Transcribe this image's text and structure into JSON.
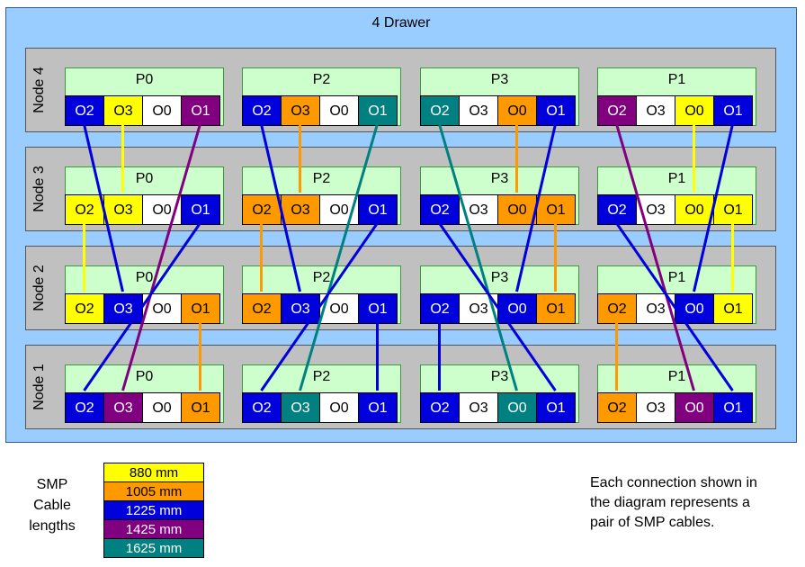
{
  "drawer_title": "4 Drawer",
  "colors": {
    "880 mm": "#ffff00",
    "1005 mm": "#ff9900",
    "1225 mm": "#0000dd",
    "1425 mm": "#800080",
    "1625 mm": "#008080",
    "none": "#ffffff"
  },
  "nodes": [
    {
      "label": "Node 4",
      "chips": [
        {
          "name": "P0",
          "ports": [
            {
              "label": "O2",
              "cable": "1225 mm"
            },
            {
              "label": "O3",
              "cable": "880 mm"
            },
            {
              "label": "O0",
              "cable": "none"
            },
            {
              "label": "O1",
              "cable": "1425 mm"
            }
          ]
        },
        {
          "name": "P2",
          "ports": [
            {
              "label": "O2",
              "cable": "1225 mm"
            },
            {
              "label": "O3",
              "cable": "1005 mm"
            },
            {
              "label": "O0",
              "cable": "none"
            },
            {
              "label": "O1",
              "cable": "1625 mm"
            }
          ]
        },
        {
          "name": "P3",
          "ports": [
            {
              "label": "O2",
              "cable": "1625 mm"
            },
            {
              "label": "O3",
              "cable": "none"
            },
            {
              "label": "O0",
              "cable": "1005 mm"
            },
            {
              "label": "O1",
              "cable": "1225 mm"
            }
          ]
        },
        {
          "name": "P1",
          "ports": [
            {
              "label": "O2",
              "cable": "1425 mm"
            },
            {
              "label": "O3",
              "cable": "none"
            },
            {
              "label": "O0",
              "cable": "880 mm"
            },
            {
              "label": "O1",
              "cable": "1225 mm"
            }
          ]
        }
      ]
    },
    {
      "label": "Node 3",
      "chips": [
        {
          "name": "P0",
          "ports": [
            {
              "label": "O2",
              "cable": "880 mm"
            },
            {
              "label": "O3",
              "cable": "880 mm"
            },
            {
              "label": "O0",
              "cable": "none"
            },
            {
              "label": "O1",
              "cable": "1225 mm"
            }
          ]
        },
        {
          "name": "P2",
          "ports": [
            {
              "label": "O2",
              "cable": "1005 mm"
            },
            {
              "label": "O3",
              "cable": "1005 mm"
            },
            {
              "label": "O0",
              "cable": "none"
            },
            {
              "label": "O1",
              "cable": "1225 mm"
            }
          ]
        },
        {
          "name": "P3",
          "ports": [
            {
              "label": "O2",
              "cable": "1225 mm"
            },
            {
              "label": "O3",
              "cable": "none"
            },
            {
              "label": "O0",
              "cable": "1005 mm"
            },
            {
              "label": "O1",
              "cable": "1005 mm"
            }
          ]
        },
        {
          "name": "P1",
          "ports": [
            {
              "label": "O2",
              "cable": "1225 mm"
            },
            {
              "label": "O3",
              "cable": "none"
            },
            {
              "label": "O0",
              "cable": "880 mm"
            },
            {
              "label": "O1",
              "cable": "880 mm"
            }
          ]
        }
      ]
    },
    {
      "label": "Node 2",
      "chips": [
        {
          "name": "P0",
          "ports": [
            {
              "label": "O2",
              "cable": "880 mm"
            },
            {
              "label": "O3",
              "cable": "1225 mm"
            },
            {
              "label": "O0",
              "cable": "none"
            },
            {
              "label": "O1",
              "cable": "1005 mm"
            }
          ]
        },
        {
          "name": "P2",
          "ports": [
            {
              "label": "O2",
              "cable": "1005 mm"
            },
            {
              "label": "O3",
              "cable": "1225 mm"
            },
            {
              "label": "O0",
              "cable": "none"
            },
            {
              "label": "O1",
              "cable": "1225 mm"
            }
          ]
        },
        {
          "name": "P3",
          "ports": [
            {
              "label": "O2",
              "cable": "1225 mm"
            },
            {
              "label": "O3",
              "cable": "none"
            },
            {
              "label": "O0",
              "cable": "1225 mm"
            },
            {
              "label": "O1",
              "cable": "1005 mm"
            }
          ]
        },
        {
          "name": "P1",
          "ports": [
            {
              "label": "O2",
              "cable": "1005 mm"
            },
            {
              "label": "O3",
              "cable": "none"
            },
            {
              "label": "O0",
              "cable": "1225 mm"
            },
            {
              "label": "O1",
              "cable": "880 mm"
            }
          ]
        }
      ]
    },
    {
      "label": "Node 1",
      "chips": [
        {
          "name": "P0",
          "ports": [
            {
              "label": "O2",
              "cable": "1225 mm"
            },
            {
              "label": "O3",
              "cable": "1425 mm"
            },
            {
              "label": "O0",
              "cable": "none"
            },
            {
              "label": "O1",
              "cable": "1005 mm"
            }
          ]
        },
        {
          "name": "P2",
          "ports": [
            {
              "label": "O2",
              "cable": "1225 mm"
            },
            {
              "label": "O3",
              "cable": "1625 mm"
            },
            {
              "label": "O0",
              "cable": "none"
            },
            {
              "label": "O1",
              "cable": "1225 mm"
            }
          ]
        },
        {
          "name": "P3",
          "ports": [
            {
              "label": "O2",
              "cable": "1225 mm"
            },
            {
              "label": "O3",
              "cable": "none"
            },
            {
              "label": "O0",
              "cable": "1625 mm"
            },
            {
              "label": "O1",
              "cable": "1225 mm"
            }
          ]
        },
        {
          "name": "P1",
          "ports": [
            {
              "label": "O2",
              "cable": "1005 mm"
            },
            {
              "label": "O3",
              "cable": "none"
            },
            {
              "label": "O0",
              "cable": "1425 mm"
            },
            {
              "label": "O1",
              "cable": "1225 mm"
            }
          ]
        }
      ]
    }
  ],
  "connections": [
    {
      "from": [
        0,
        0,
        0
      ],
      "to": [
        2,
        0,
        1
      ],
      "cable": "1225 mm"
    },
    {
      "from": [
        0,
        0,
        1
      ],
      "to": [
        1,
        0,
        1
      ],
      "cable": "880 mm"
    },
    {
      "from": [
        0,
        0,
        3
      ],
      "to": [
        3,
        0,
        1
      ],
      "cable": "1425 mm"
    },
    {
      "from": [
        0,
        1,
        0
      ],
      "to": [
        2,
        1,
        1
      ],
      "cable": "1225 mm"
    },
    {
      "from": [
        0,
        1,
        1
      ],
      "to": [
        1,
        1,
        1
      ],
      "cable": "1005 mm"
    },
    {
      "from": [
        0,
        1,
        3
      ],
      "to": [
        3,
        1,
        1
      ],
      "cable": "1625 mm"
    },
    {
      "from": [
        0,
        2,
        0
      ],
      "to": [
        3,
        2,
        2
      ],
      "cable": "1625 mm"
    },
    {
      "from": [
        0,
        2,
        2
      ],
      "to": [
        1,
        2,
        2
      ],
      "cable": "1005 mm"
    },
    {
      "from": [
        0,
        2,
        3
      ],
      "to": [
        2,
        2,
        2
      ],
      "cable": "1225 mm"
    },
    {
      "from": [
        0,
        3,
        0
      ],
      "to": [
        3,
        3,
        2
      ],
      "cable": "1425 mm"
    },
    {
      "from": [
        0,
        3,
        2
      ],
      "to": [
        1,
        3,
        2
      ],
      "cable": "880 mm"
    },
    {
      "from": [
        0,
        3,
        3
      ],
      "to": [
        2,
        3,
        2
      ],
      "cable": "1225 mm"
    },
    {
      "from": [
        1,
        0,
        0
      ],
      "to": [
        2,
        0,
        0
      ],
      "cable": "880 mm"
    },
    {
      "from": [
        1,
        0,
        3
      ],
      "to": [
        3,
        0,
        0
      ],
      "cable": "1225 mm"
    },
    {
      "from": [
        1,
        1,
        0
      ],
      "to": [
        2,
        1,
        0
      ],
      "cable": "1005 mm"
    },
    {
      "from": [
        1,
        1,
        3
      ],
      "to": [
        3,
        1,
        0
      ],
      "cable": "1225 mm"
    },
    {
      "from": [
        1,
        2,
        0
      ],
      "to": [
        3,
        2,
        3
      ],
      "cable": "1225 mm"
    },
    {
      "from": [
        1,
        2,
        3
      ],
      "to": [
        2,
        2,
        3
      ],
      "cable": "1005 mm"
    },
    {
      "from": [
        1,
        3,
        0
      ],
      "to": [
        3,
        3,
        3
      ],
      "cable": "1225 mm"
    },
    {
      "from": [
        1,
        3,
        3
      ],
      "to": [
        2,
        3,
        3
      ],
      "cable": "880 mm"
    },
    {
      "from": [
        2,
        0,
        3
      ],
      "to": [
        3,
        0,
        3
      ],
      "cable": "1005 mm"
    },
    {
      "from": [
        2,
        1,
        3
      ],
      "to": [
        3,
        1,
        3
      ],
      "cable": "1225 mm"
    },
    {
      "from": [
        2,
        2,
        0
      ],
      "to": [
        3,
        2,
        0
      ],
      "cable": "1225 mm"
    },
    {
      "from": [
        2,
        3,
        0
      ],
      "to": [
        3,
        3,
        0
      ],
      "cable": "1005 mm"
    }
  ],
  "legend": {
    "title_lines": [
      "SMP",
      "Cable",
      "lengths"
    ],
    "items": [
      {
        "label": "880 mm",
        "color": "#ffff00",
        "text_color": "#000000"
      },
      {
        "label": "1005 mm",
        "color": "#ff9900",
        "text_color": "#000000"
      },
      {
        "label": "1225 mm",
        "color": "#0000dd",
        "text_color": "#ffffff"
      },
      {
        "label": "1425 mm",
        "color": "#800080",
        "text_color": "#ffffff"
      },
      {
        "label": "1625 mm",
        "color": "#008080",
        "text_color": "#ffffff"
      }
    ]
  },
  "note_lines": [
    "Each connection shown in",
    "the diagram represents a",
    "pair of SMP cables."
  ]
}
